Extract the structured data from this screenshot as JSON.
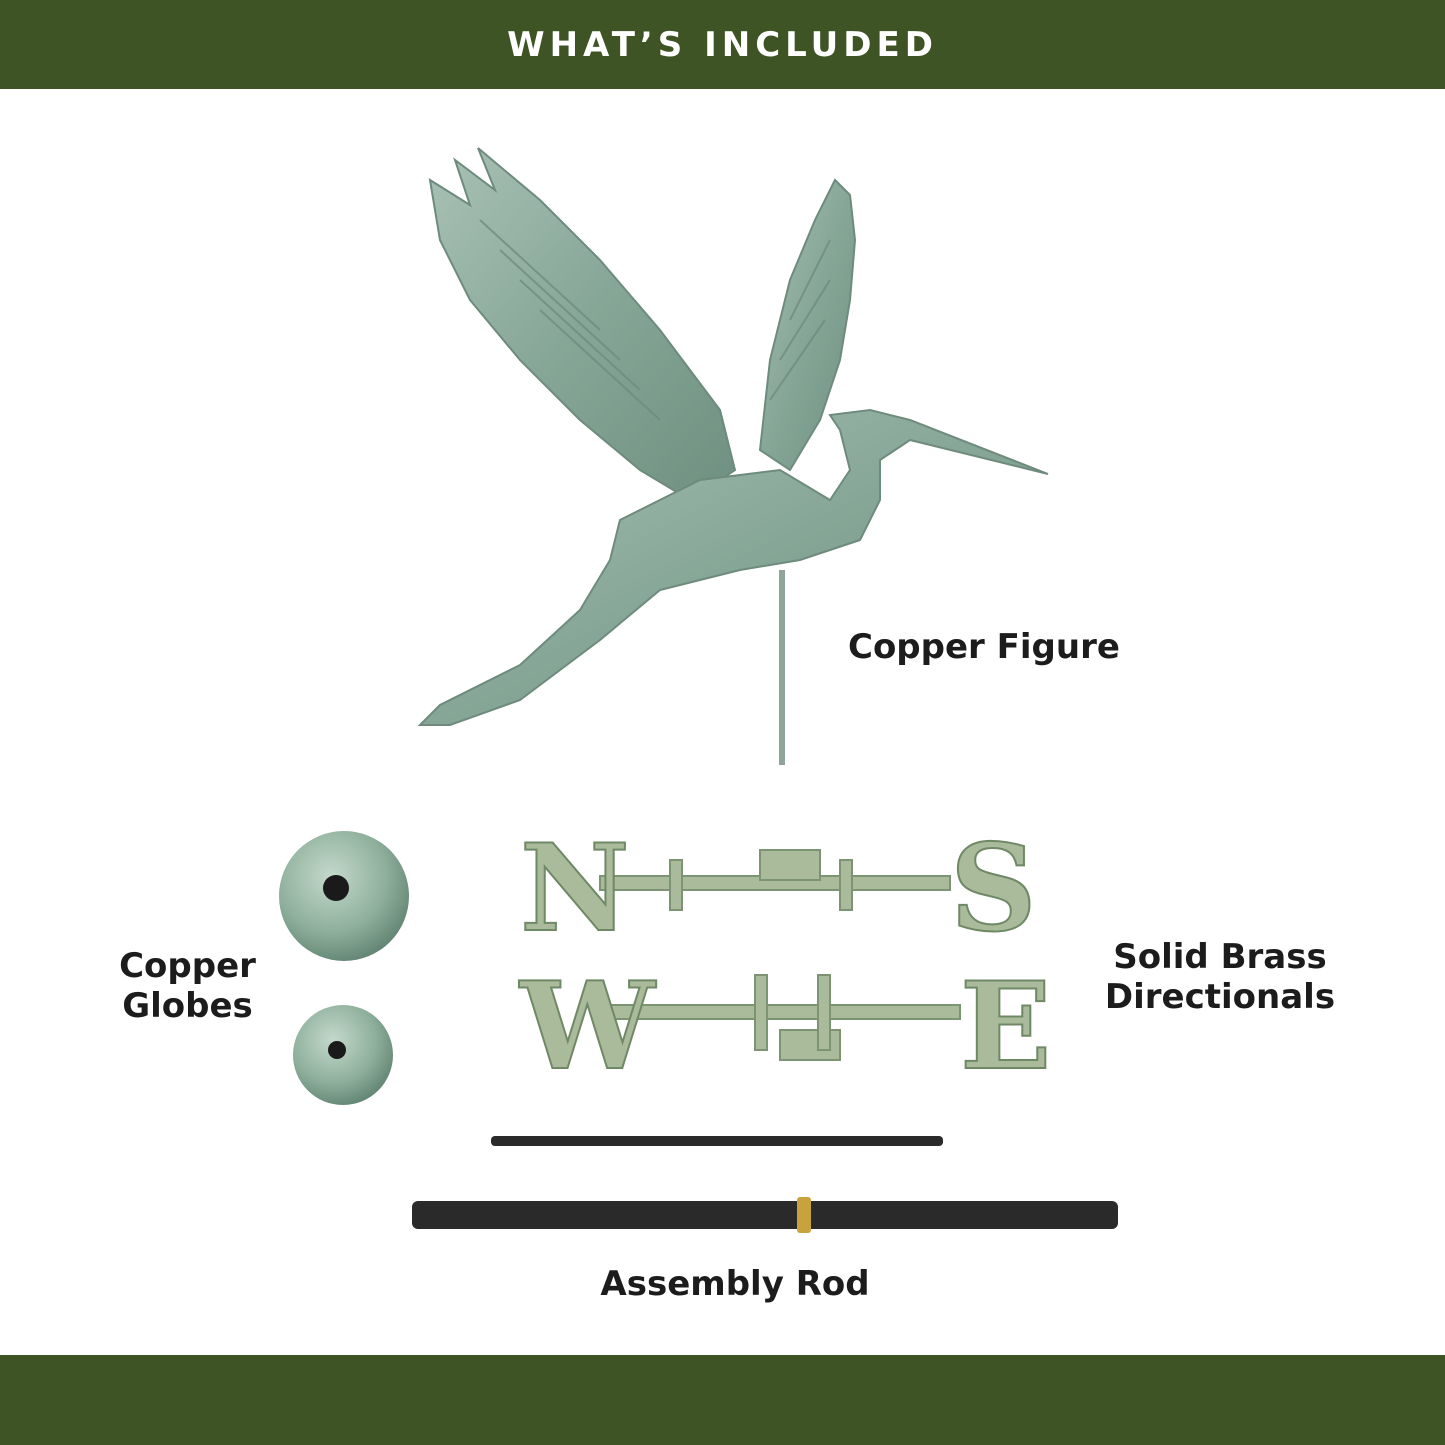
{
  "header": {
    "title": "WHAT’S INCLUDED"
  },
  "labels": {
    "copper_figure": "Copper Figure",
    "copper_globes_line1": "Copper",
    "copper_globes_line2": "Globes",
    "brass_line1": "Solid Brass",
    "brass_line2": "Directionals",
    "assembly_rod": "Assembly Rod"
  },
  "directional_letters": {
    "north": "N",
    "south": "S",
    "west": "W",
    "east": "E"
  },
  "colors": {
    "banner": "#3e5425",
    "verdigris": "#8fb0a2",
    "brass_patina": "#a9bb9a",
    "rod": "#2a2a2a"
  },
  "icons": [
    "heron-weathervane-figure",
    "copper-globe",
    "directional-arms",
    "assembly-rod"
  ]
}
